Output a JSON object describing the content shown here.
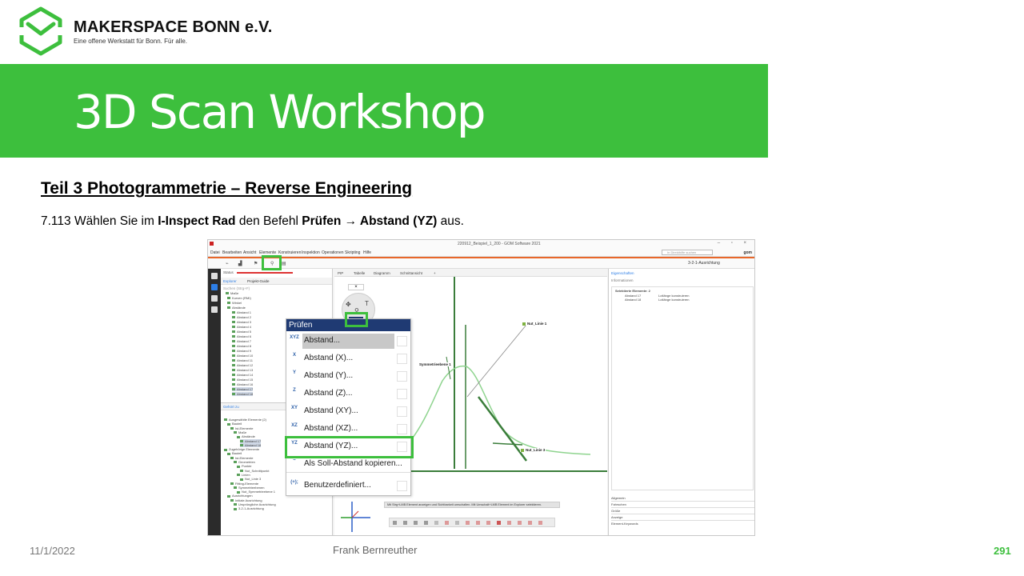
{
  "header": {
    "org_name": "MAKERSPACE BONN e.V.",
    "org_tagline": "Eine offene Werkstatt für Bonn. Für alle.",
    "title": "3D Scan Workshop"
  },
  "content": {
    "section_title": "Teil 3  Photogrammetrie  – Reverse Engineering",
    "instruction": {
      "prefix": "7.113 Wählen Sie im ",
      "tool": "I-Inspect Rad",
      "mid": " den Befehl ",
      "command": "Prüfen",
      "arrow": " → ",
      "option": "Abstand (YZ)",
      "suffix": " aus."
    }
  },
  "footer": {
    "date": "11/1/2022",
    "author": "Frank Bernreuther",
    "page": "291"
  },
  "colors": {
    "brand_green": "#3dbf3d",
    "menu_header": "#1f3a73",
    "accent_orange": "#e8672a"
  },
  "app": {
    "window_title": "220912_Beispiel_1_200 - GOM Software 2021",
    "menu": [
      "Datei",
      "Bearbeiten",
      "Ansicht",
      "Elemente",
      "Konstruieren",
      "Inspektion",
      "Operationen",
      "Skripting",
      "Hilfe"
    ],
    "search_placeholder": "In Direkthilfe suchen",
    "logo": "gom",
    "alignment": "3-2-1-Ausrichtung",
    "status_label": "Status",
    "explorer_tabs": [
      "Explorer",
      "Projekt-Guide"
    ],
    "explorer_search": "Suchen (Strg+F)",
    "tree_top": [
      "Maße",
      "Kurven (RMI)",
      "Winkel",
      "Abstände",
      "Abstand 1",
      "Abstand 2",
      "Abstand 3",
      "Abstand 4",
      "Abstand 5",
      "Abstand 6",
      "Abstand 7",
      "Abstand 8",
      "Abstand 9",
      "Abstand 10",
      "Abstand 11",
      "Abstand 12",
      "Abstand 13",
      "Abstand 14",
      "Abstand 15",
      "Abstand 16",
      "Abstand 17",
      "Abstand 18"
    ],
    "lower_tab": "Gehört zu",
    "tree_bottom": [
      "Ausgewählte Elemente (2)",
      "Bauteil",
      "Ist-Elemente",
      "Maße",
      "Abstände",
      "Abstand 17",
      "Abstand 18",
      "Zugehörige Elemente",
      "Bauteil",
      "Ist-Elemente",
      "Geometrien",
      "Punkte",
      "Nut_Schnittpunkt",
      "Linien",
      "Nut_Linie 3",
      "Fitting-Elemente",
      "Symmetrieebenen",
      "Nut_Symmetrieebene 1",
      "Ausrichtungen",
      "Initiale Ausrichtung",
      "Ursprüngliche Ausrichtung",
      "3-2-1-Ausrichtung"
    ],
    "center_tabs": [
      "PIP",
      "Tabelle",
      "Diagramm",
      "Schnittansicht",
      "+"
    ],
    "scene_labels": [
      "Nut_Linie 1",
      "Symmetrieebene 1",
      "Nut_Linie 3"
    ],
    "status_tip": "Mit Strg+LMB Element anzeigen und Sichtbarkeit umschalten. Mit Umschalt+LMB Element im Explorer selektieren.",
    "right_panel": {
      "tab": "Eigenschaften",
      "info": "Informationen",
      "group": "Selektierte Elemente: 2",
      "rows": [
        {
          "name": "Abstand 17",
          "value": "Lotlänge konstruieren"
        },
        {
          "name": "Abstand 18",
          "value": "Lotlänge konstruieren"
        }
      ],
      "bottom": [
        "Allgemein",
        "Fahrschen",
        "Größe",
        "Anzeige",
        "Element-Keywords"
      ]
    }
  },
  "popup_menu": {
    "header": "Prüfen",
    "items": [
      {
        "icon": "XYZ",
        "label": "Abstand..."
      },
      {
        "icon": "X",
        "label": "Abstand (X)..."
      },
      {
        "icon": "Y",
        "label": "Abstand (Y)..."
      },
      {
        "icon": "Z",
        "label": "Abstand (Z)..."
      },
      {
        "icon": "XY",
        "label": "Abstand (XY)..."
      },
      {
        "icon": "XZ",
        "label": "Abstand (XZ)..."
      },
      {
        "icon": "YZ",
        "label": "Abstand (YZ)..."
      },
      {
        "icon": "~",
        "label": "Als Soll-Abstand kopieren..."
      },
      {
        "icon": "(+);",
        "label": "Benutzerdefiniert..."
      }
    ]
  }
}
